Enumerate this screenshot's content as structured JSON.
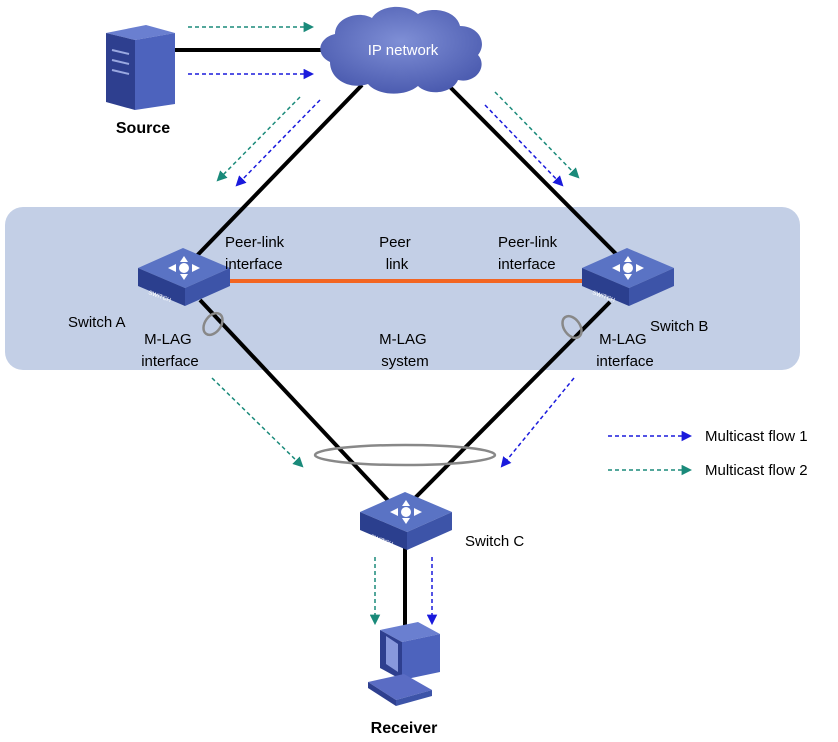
{
  "nodes": {
    "source_label": "Source",
    "ip_network_label": "IP network",
    "switch_a_label": "Switch A",
    "switch_b_label": "Switch B",
    "switch_c_label": "Switch C",
    "receiver_label": "Receiver",
    "switch_badge": "SWITCH"
  },
  "labels": {
    "peer_link_interface_left": [
      "Peer-link",
      "interface"
    ],
    "peer_link": [
      "Peer",
      "link"
    ],
    "peer_link_interface_right": [
      "Peer-link",
      "interface"
    ],
    "mlag_interface_left": [
      "M-LAG",
      "interface"
    ],
    "mlag_system": [
      "M-LAG",
      "system"
    ],
    "mlag_interface_right": [
      "M-LAG",
      "interface"
    ]
  },
  "legend": {
    "flow1": "Multicast flow 1",
    "flow2": "Multicast flow 2"
  },
  "colors": {
    "flow1": "#1a1adc",
    "flow2": "#1a8a7a",
    "peer_link": "#f26522",
    "mlag_system_bg": "#c3cfe6",
    "cloud": "#5566b8",
    "switch_top": "#5a73c4",
    "switch_side": "#2b3f8e"
  }
}
